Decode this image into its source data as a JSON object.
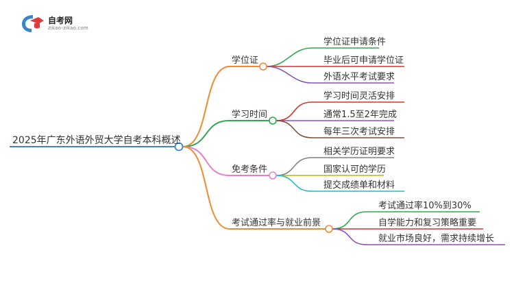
{
  "logo": {
    "site_name": "自考网",
    "url": "zikao-zikao.com"
  },
  "root": {
    "label": "2025年广东外语外贸大学自考本科概述",
    "color": "#3a86c8"
  },
  "branches": [
    {
      "label": "学位证",
      "color": "#f08a2c",
      "children": [
        {
          "label": "学位证申请条件",
          "color": "#2fa84f"
        },
        {
          "label": "毕业后可申请学位证",
          "color": "#d6302a"
        },
        {
          "label": "外语水平考试要求",
          "color": "#8a52b8"
        }
      ]
    },
    {
      "label": "学习时间",
      "color": "#2fa84f",
      "children": [
        {
          "label": "学习时间灵活安排",
          "color": "#d6302a"
        },
        {
          "label": "通常1.5至2年完成",
          "color": "#8a52b8"
        },
        {
          "label": "每年三次考试安排",
          "color": "#7a4f3a"
        }
      ]
    },
    {
      "label": "免考条件",
      "color": "#e880c8",
      "children": [
        {
          "label": "相关学历证明要求",
          "color": "#808080"
        },
        {
          "label": "国家认可的学历",
          "color": "#b5b51e"
        },
        {
          "label": "提交成绩单和材料",
          "color": "#22b8c8"
        }
      ]
    },
    {
      "label": "考试通过率与就业前景",
      "color": "#f08a2c",
      "children": [
        {
          "label": "考试通过率10%到30%",
          "color": "#2fa84f"
        },
        {
          "label": "自学能力和复习策略重要",
          "color": "#d6302a"
        },
        {
          "label": "就业市场良好，需求持续增长",
          "color": "#8a52b8"
        }
      ]
    }
  ]
}
